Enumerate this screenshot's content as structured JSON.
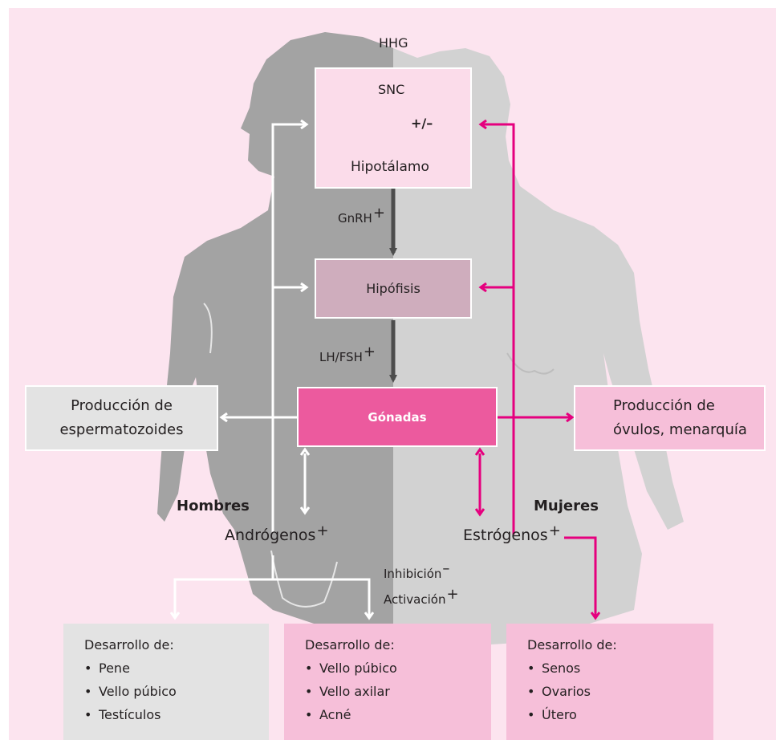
{
  "colors": {
    "background": "#fce4ef",
    "silhouette_male": "#9e9e9e",
    "silhouette_female": "#d1d1d1",
    "box_light_pink": "#fbdcea",
    "box_mauve": "#cfadbd",
    "box_magenta": "#ec5a9e",
    "box_pink": "#f6bfd9",
    "box_gray": "#e3e3e3",
    "arrow_gray": "#4d4d4d",
    "arrow_magenta": "#e5007e",
    "arrow_white": "#ffffff"
  },
  "header": {
    "title": "HHG"
  },
  "center": {
    "snc": "SNC",
    "feedback": "+/–",
    "hypothalamus": "Hipotálamo",
    "gnrh": "GnRH",
    "plus": "+",
    "minus": "–",
    "pituitary": "Hipófisis",
    "lhfsh": "LH/FSH",
    "gonads": "Gónadas"
  },
  "male": {
    "heading": "Hombres",
    "hormone": "Andrógenos",
    "production": [
      "Producción de",
      "espermatozoides"
    ]
  },
  "female": {
    "heading": "Mujeres",
    "hormone": "Estrógenos",
    "production": [
      "Producción de",
      "óvulos, menarquía"
    ]
  },
  "legend": {
    "inhibition": "Inhibición",
    "activation": "Activación"
  },
  "development": {
    "male": {
      "title": "Desarrollo de:",
      "items": [
        "Pene",
        "Vello púbico",
        "Testículos"
      ]
    },
    "shared": {
      "title": "Desarrollo de:",
      "items": [
        "Vello púbico",
        "Vello axilar",
        "Acné"
      ]
    },
    "female": {
      "title": "Desarrollo de:",
      "items": [
        "Senos",
        "Ovarios",
        "Útero"
      ]
    }
  }
}
